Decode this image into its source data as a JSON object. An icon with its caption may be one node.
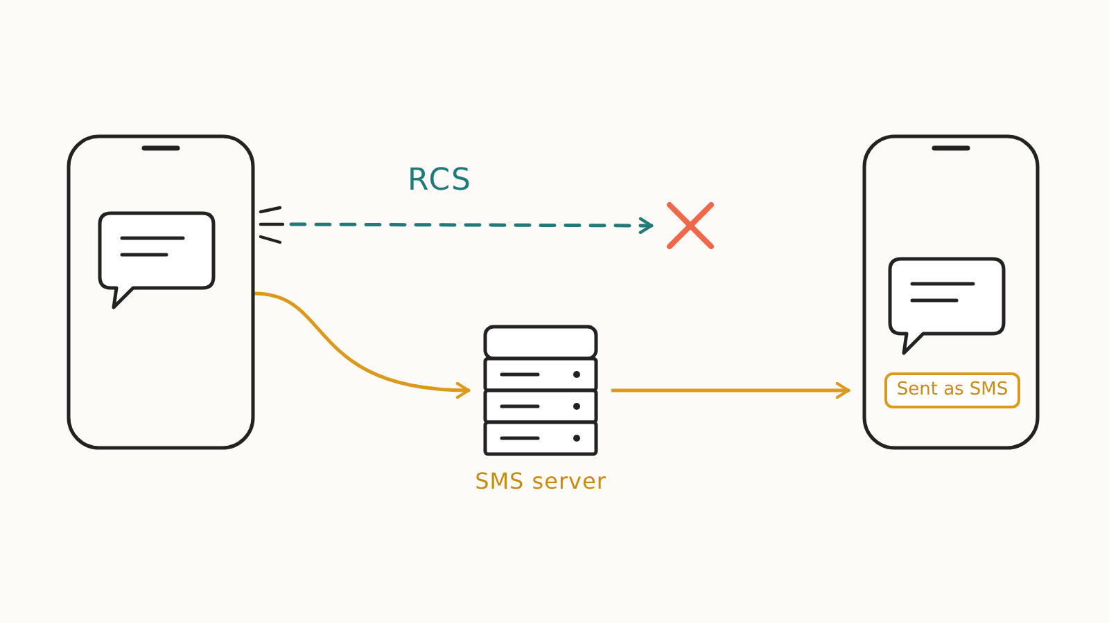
{
  "diagram": {
    "nodes": [
      {
        "text": [],
        "shape": "phone"
      },
      {
        "text": [],
        "shape": "cross"
      },
      {
        "text": [
          "SMS server"
        ]
      },
      {
        "text": [],
        "shape": "phone"
      },
      {
        "text": [
          "Sent as SMS"
        ],
        "in": 3
      }
    ],
    "edges": [
      {
        "from": 0,
        "to": 1,
        "arrow": "to",
        "label": "RCS",
        "style": "dashed",
        "color": "#1f7a78"
      },
      {
        "from": 0,
        "to": 2,
        "arrow": "to"
      },
      {
        "from": 2,
        "to": 3,
        "arrow": "to"
      }
    ]
  }
}
